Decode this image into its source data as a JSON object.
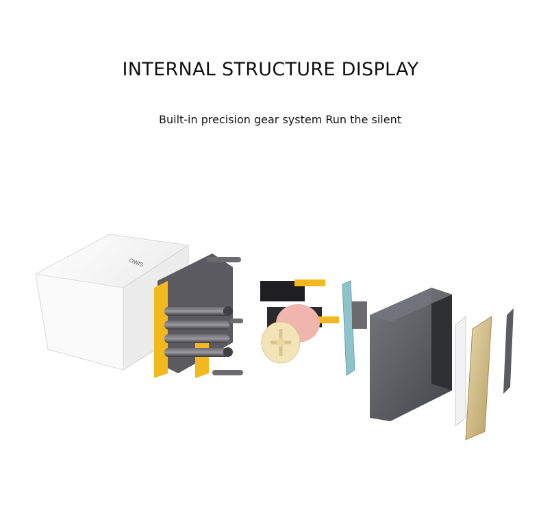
{
  "header": {
    "title": "INTERNAL STRUCTURE DISPLAY",
    "subtitle": "Built-in precision gear system Run the silent"
  },
  "illustration": {
    "brand_mark": "OWIS",
    "colors": {
      "housing": "#f4f4f4",
      "frame": "#4a4a4f",
      "accent_yellow": "#f2b81e",
      "gear_pink": "#f0b6ad",
      "gear_cream": "#f3e4b8",
      "blue_part": "#8fc3cc",
      "smoke_box": "#4e4f55",
      "gold_plate": "#cdb888"
    },
    "components": [
      "outer-white-housing",
      "tube-frame-assembly",
      "gear-motor",
      "blue-bracket",
      "smoked-transparent-case",
      "white-panel",
      "gold-circuit-plate",
      "dark-edge-plate"
    ]
  }
}
